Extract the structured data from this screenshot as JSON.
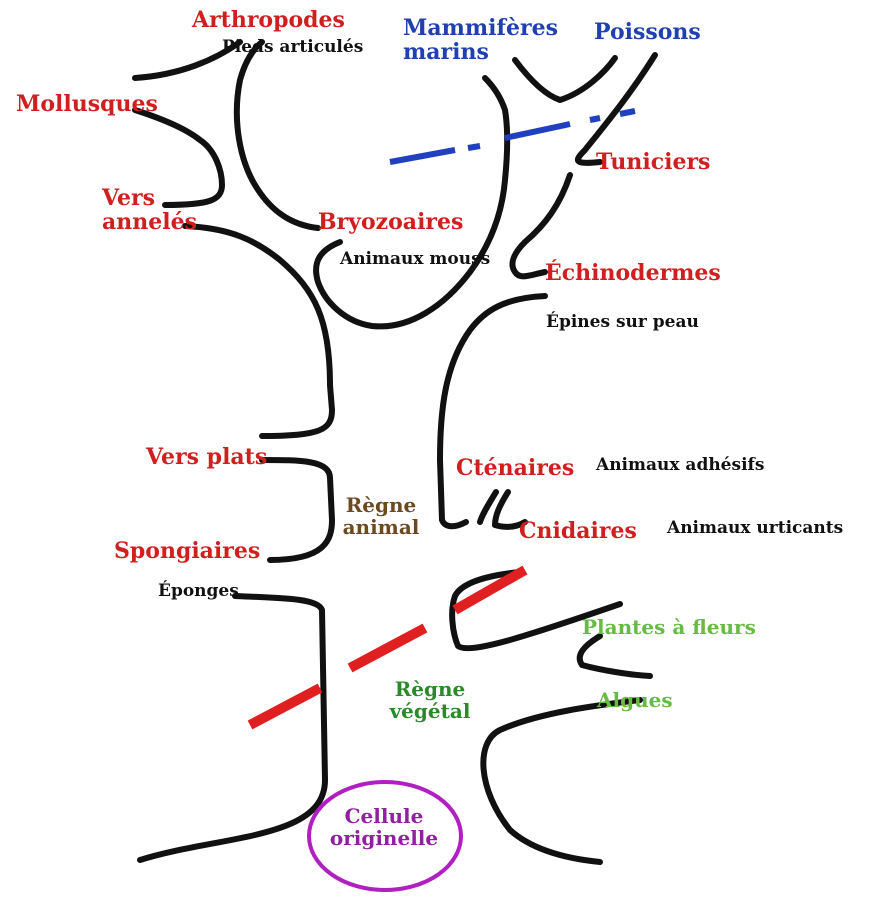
{
  "diagram": {
    "groups": {
      "arthropodes": "Arthropodes",
      "mammiferes_marins": "Mammifères marins",
      "poissons": "Poissons",
      "mollusques": "Mollusques",
      "tuniciers": "Tuniciers",
      "vers_anneles": "Vers annelés",
      "bryozoaires": "Bryozoaires",
      "echinodermes": "Échinodermes",
      "vers_plats": "Vers plats",
      "cteneaires": "Cténaires",
      "cnidaires": "Cnidaires",
      "spongiaires": "Spongiaires",
      "plantes_fleurs": "Plantes à fleurs",
      "algues": "Algues"
    },
    "descriptions": {
      "pieds_articules": "Pieds articulés",
      "animaux_mous": "Animaux mouss",
      "epines_sur_peau": "Épines sur peau",
      "animaux_adhesifs": "Animaux adhésifs",
      "animaux_urticants": "Animaux urticants",
      "eponges": "Éponges"
    },
    "kingdoms": {
      "regne_animal_line1": "Règne",
      "regne_animal_line2": "animal",
      "regne_vegetal_line1": "Règne",
      "regne_vegetal_line2": "végétal"
    },
    "root": {
      "line1": "Cellule",
      "line2": "originelle"
    },
    "colors": {
      "branch": "#111111",
      "group_label": "#d01f1f",
      "marine_label": "#2040b0",
      "animal_kingdom": "#6b4a22",
      "plant_kingdom": "#2a8a2a",
      "plant_label": "#66bb44",
      "root_ellipse": "#b020c0",
      "plant_divider": "#e02020",
      "vertebrate_divider": "#2040c0"
    }
  }
}
